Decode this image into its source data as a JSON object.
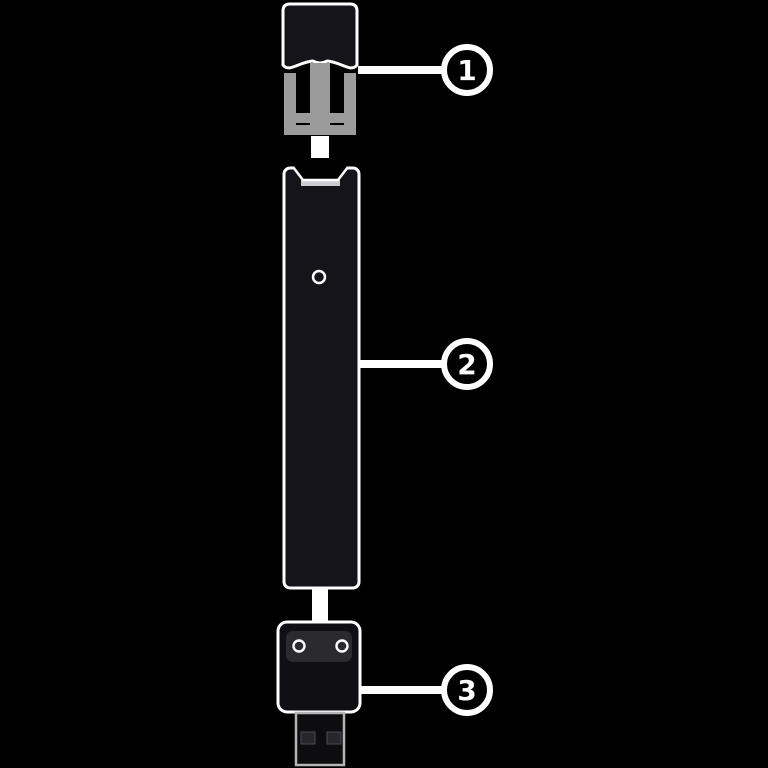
{
  "diagram": {
    "name": "pod-vape-exploded-parts-diagram",
    "background_color": "#000000",
    "outline_color": "#ffffff",
    "body_color": "#14141a",
    "tank_color": "#9b9b9b",
    "shelf_color": "#ccccd0",
    "panel_color": "#2b2b2f",
    "usb_outline_color": "#b5b5b5",
    "callouts": [
      {
        "number": "1",
        "part": "pod-cartridge"
      },
      {
        "number": "2",
        "part": "device-body"
      },
      {
        "number": "3",
        "part": "usb-charger"
      }
    ]
  }
}
